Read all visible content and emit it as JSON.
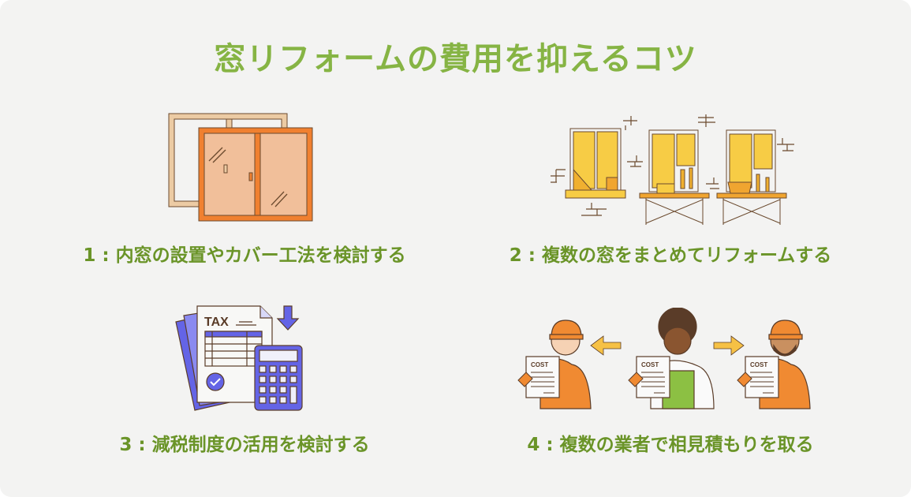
{
  "title": "窓リフォームの費用を抑えるコツ",
  "colors": {
    "background": "#f3f3f2",
    "title": "#86b444",
    "caption": "#6a9428",
    "window_orange": "#f08030",
    "window_beige": "#eccba4",
    "window_yellow": "#f7cc45",
    "tax_blue": "#6464e6",
    "worker_orange": "#f08a32",
    "apron_green": "#8cc043",
    "arrow_yellow": "#f6c145"
  },
  "tips": [
    {
      "number": "1",
      "label": "1 : 内窓の設置やカバー工法を検討する",
      "icon": "double-window-icon"
    },
    {
      "number": "2",
      "label": "2 : 複数の窓をまとめてリフォームする",
      "icon": "multiple-windows-renovation-icon"
    },
    {
      "number": "3",
      "label": "3 : 減税制度の活用を検討する",
      "icon": "tax-calculator-icon"
    },
    {
      "number": "4",
      "label": "4 : 複数の業者で相見積もりを取る",
      "icon": "contractor-quotes-icon"
    }
  ],
  "illustrations": {
    "tax_doc_label": "TAX",
    "cost_label": "COST"
  }
}
